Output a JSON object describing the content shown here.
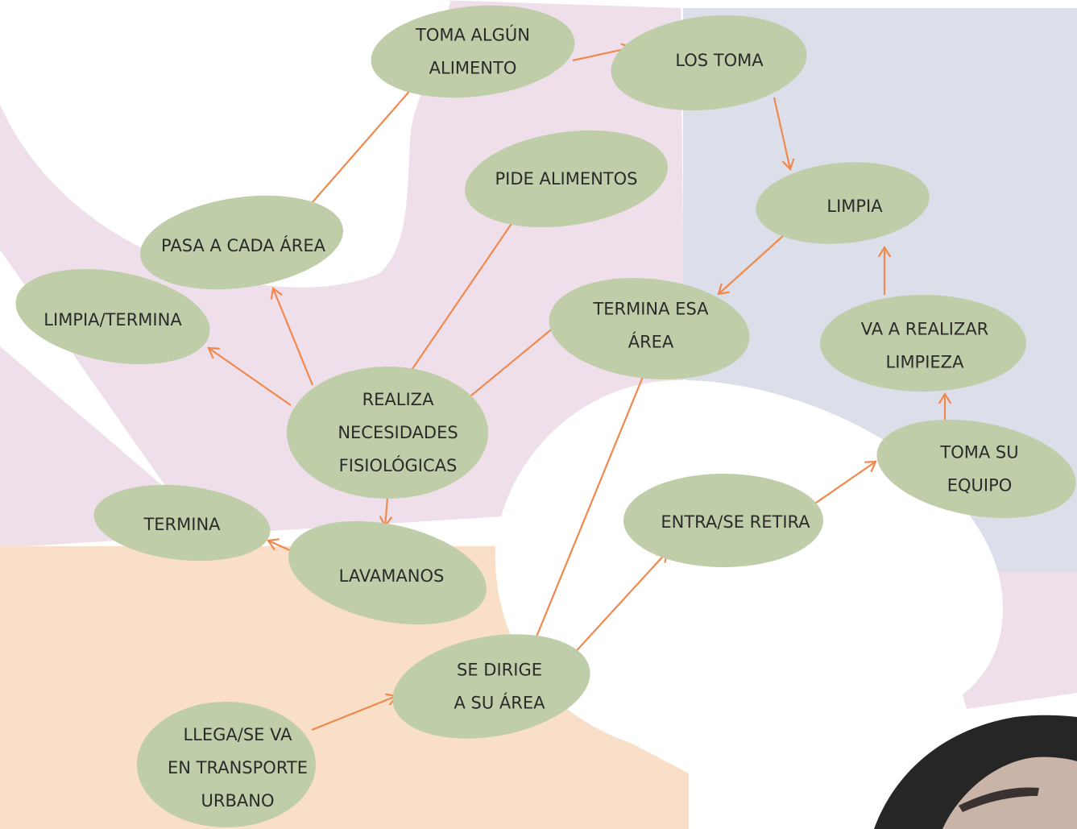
{
  "colors": {
    "background": "#ffffff",
    "pink_region": "#efdfea",
    "lavender_region": "#dcdfe9",
    "peach_region": "#f9dfc8",
    "node_fill": "#bfcda8",
    "arrow": "#f0894e",
    "text": "#2b2b2b"
  },
  "nodes": {
    "toma_alimento": {
      "lines": [
        "TOMA ALGÚN",
        "ALIMENTO"
      ]
    },
    "los_toma": {
      "lines": [
        "LOS TOMA"
      ]
    },
    "pide_alimentos": {
      "lines": [
        "PIDE ALIMENTOS"
      ]
    },
    "limpia": {
      "lines": [
        "LIMPIA"
      ]
    },
    "pasa_area": {
      "lines": [
        "PASA A CADA ÁREA"
      ]
    },
    "limpia_termina": {
      "lines": [
        "LIMPIA/TERMINA"
      ]
    },
    "termina_area": {
      "lines": [
        "TERMINA ESA",
        "ÁREA"
      ]
    },
    "realizar_limpieza": {
      "lines": [
        "VA A REALIZAR",
        "LIMPIEZA"
      ]
    },
    "necesidades": {
      "lines": [
        "REALIZA",
        "NECESIDADES",
        "FISIOLÓGICAS"
      ]
    },
    "toma_equipo": {
      "lines": [
        "TOMA SU",
        "EQUIPO"
      ]
    },
    "termina": {
      "lines": [
        "TERMINA"
      ]
    },
    "entra_retira": {
      "lines": [
        "ENTRA/SE RETIRA"
      ]
    },
    "lavamanos": {
      "lines": [
        "LAVAMANOS"
      ]
    },
    "se_dirige": {
      "lines": [
        "SE DIRIGE",
        "A SU ÁREA"
      ]
    },
    "llega": {
      "lines": [
        "LLEGA/SE VA",
        "EN TRANSPORTE",
        "URBANO"
      ]
    }
  },
  "edges": [
    {
      "from": "llega",
      "to": "se_dirige"
    },
    {
      "from": "se_dirige",
      "to": "entra_retira"
    },
    {
      "from": "entra_retira",
      "to": "toma_equipo"
    },
    {
      "from": "toma_equipo",
      "to": "realizar_limpieza"
    },
    {
      "from": "realizar_limpieza",
      "to": "limpia"
    },
    {
      "from": "limpia",
      "to": "termina_area"
    },
    {
      "from": "termina_area",
      "to": "se_dirige"
    },
    {
      "from": "termina_area",
      "to": "necesidades"
    },
    {
      "from": "necesidades",
      "to": "limpia_termina"
    },
    {
      "from": "necesidades",
      "to": "pasa_area"
    },
    {
      "from": "necesidades",
      "to": "pide_alimentos"
    },
    {
      "from": "necesidades",
      "to": "lavamanos"
    },
    {
      "from": "pasa_area",
      "to": "toma_alimento"
    },
    {
      "from": "toma_alimento",
      "to": "los_toma"
    },
    {
      "from": "los_toma",
      "to": "limpia"
    },
    {
      "from": "lavamanos",
      "to": "termina"
    }
  ],
  "photo": {
    "name": "person-photo"
  }
}
